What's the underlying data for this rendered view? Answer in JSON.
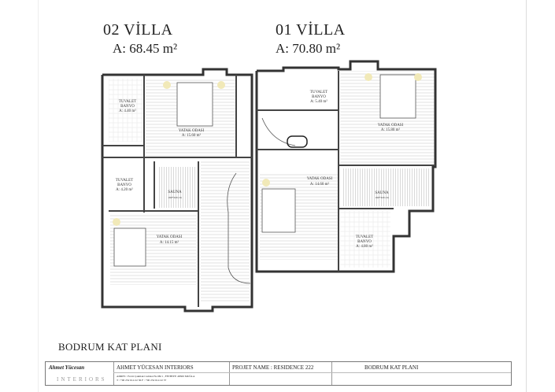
{
  "villa_left": {
    "title": "02 VİLLA",
    "area": "A: 68.45 m²"
  },
  "villa_right": {
    "title": "01 VİLLA",
    "area": "A: 70.80 m²"
  },
  "rooms": [
    {
      "name": "TUVALET\nBANYO",
      "line1": "TUVALET",
      "line2": "BANYO",
      "area": "A: 4.40 m²"
    },
    {
      "name": "YATAK ODASI",
      "area": "A: 15.60 m²"
    },
    {
      "line1": "TUVALET",
      "line2": "BANYO",
      "area": "A: 4.20 m²"
    },
    {
      "name": "SAUNA",
      "area": "190*320 cm"
    },
    {
      "name": "YATAK ODASI",
      "area": "A: 14.15 m²"
    },
    {
      "line1": "TUVALET",
      "line2": "BANYO",
      "area": "A: 5.40 m²"
    },
    {
      "name": "YATAK ODASI",
      "area": "A: 15.80 m²"
    },
    {
      "name": "YATAK ODASI",
      "area": "A: 14.60 m²"
    },
    {
      "name": "SAUNA",
      "area": "190*320 cm"
    },
    {
      "line1": "TUVALET",
      "line2": "BANYO",
      "area": "A: 4.80 m²"
    }
  ],
  "plan_title": "BODRUM KAT PLANI",
  "title_block": {
    "logo_name": "Ahmet Yücesan",
    "logo_sub": "INTERIORS",
    "company": "AHMET YÜCESAN INTERIORS",
    "address": "ADRES : Fevzi Çakmak Caddesi No:99/1 , FETHİYE 48300 MUĞLA",
    "phone": "T : +90 252 614 22 36   F : +90 252 614 22 37",
    "project": "PROJET NAME : RESIDENCE 222",
    "sheet": "BODRUM KAT PLANI"
  },
  "colors": {
    "wall": "#333333",
    "floor_lines": "#cfcfcf",
    "tile": "#9ec6e0",
    "accent": "#f1e9b8"
  }
}
